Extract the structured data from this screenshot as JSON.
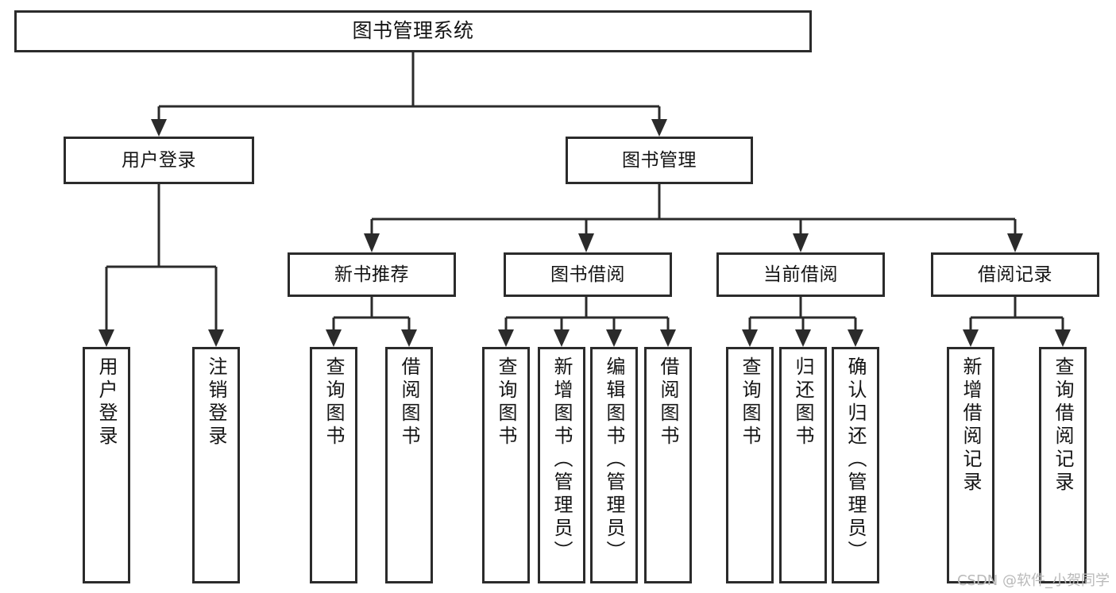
{
  "diagram": {
    "title": "图书管理系统",
    "type": "tree-hierarchy",
    "watermark": "CSDN @软件_小贺同学",
    "colors": {
      "background": "#ffffff",
      "border": "#2b2b2b",
      "text": "#141414",
      "watermark": "#b9b9b9"
    },
    "nodes": {
      "root": {
        "label": "图书管理系统"
      },
      "level1": [
        {
          "label": "用户登录"
        },
        {
          "label": "图书管理"
        }
      ],
      "level2": [
        {
          "label": "新书推荐"
        },
        {
          "label": "图书借阅"
        },
        {
          "label": "当前借阅"
        },
        {
          "label": "借阅记录"
        }
      ],
      "leaves": {
        "user_login": [
          {
            "label": "用户登录"
          },
          {
            "label": "注销登录"
          }
        ],
        "new_book_recommend": [
          {
            "label": "查询图书"
          },
          {
            "label": "借阅图书"
          }
        ],
        "book_borrow": [
          {
            "label": "查询图书"
          },
          {
            "label": "新增图书（管理员）"
          },
          {
            "label": "编辑图书（管理员）"
          },
          {
            "label": "借阅图书"
          }
        ],
        "current_borrow": [
          {
            "label": "查询图书"
          },
          {
            "label": "归还图书"
          },
          {
            "label": "确认归还（管理员）"
          }
        ],
        "borrow_record": [
          {
            "label": "新增借阅记录"
          },
          {
            "label": "查询借阅记录"
          }
        ]
      }
    }
  }
}
